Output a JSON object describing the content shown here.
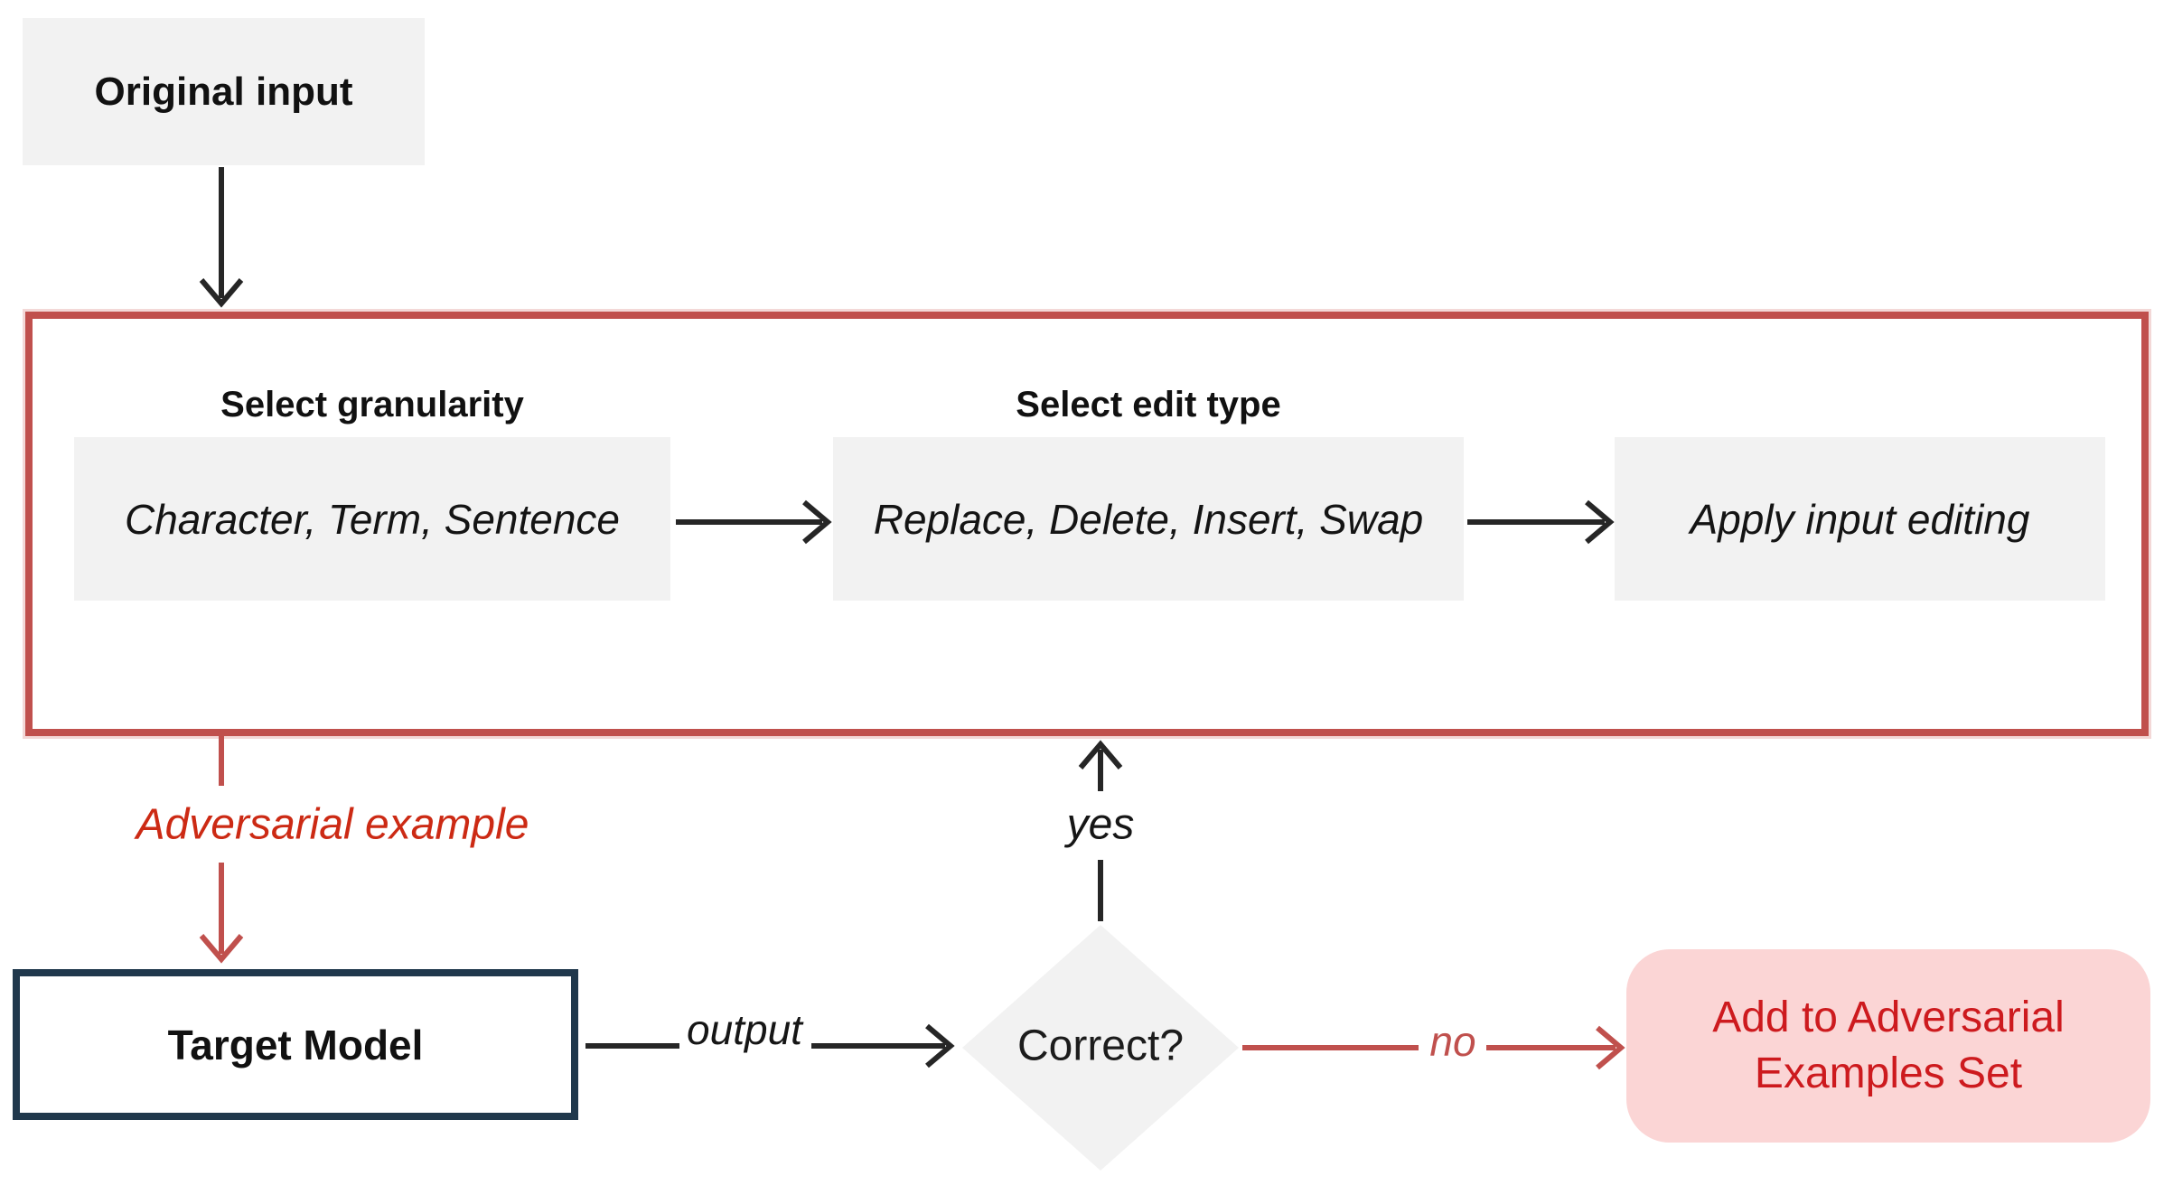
{
  "nodes": {
    "original_input": {
      "label": "Original input"
    },
    "select_granularity": {
      "title": "Select granularity",
      "value": "Character, Term, Sentence"
    },
    "select_edit_type": {
      "title": "Select edit type",
      "value": "Replace, Delete, Insert, Swap"
    },
    "apply_input_editing": {
      "value": "Apply input editing"
    },
    "target_model": {
      "label": "Target Model"
    },
    "decision": {
      "label": "Correct?"
    },
    "adversarial_set": {
      "line1": "Add to Adversarial",
      "line2": "Examples Set"
    }
  },
  "edge_labels": {
    "adversarial_example": "Adversarial example",
    "output": "output",
    "yes": "yes",
    "no": "no"
  },
  "colors": {
    "process_box_gray": "#f2f2f2",
    "pipeline_border_red": "#c0504d",
    "adversarial_label_red": "#cc2a14",
    "result_box_pink": "#fbd5d5",
    "result_text_red": "#cd1a1e",
    "target_model_border_navy": "#20384c",
    "arrow_black": "#262626",
    "ink": "#1a1a1a"
  }
}
